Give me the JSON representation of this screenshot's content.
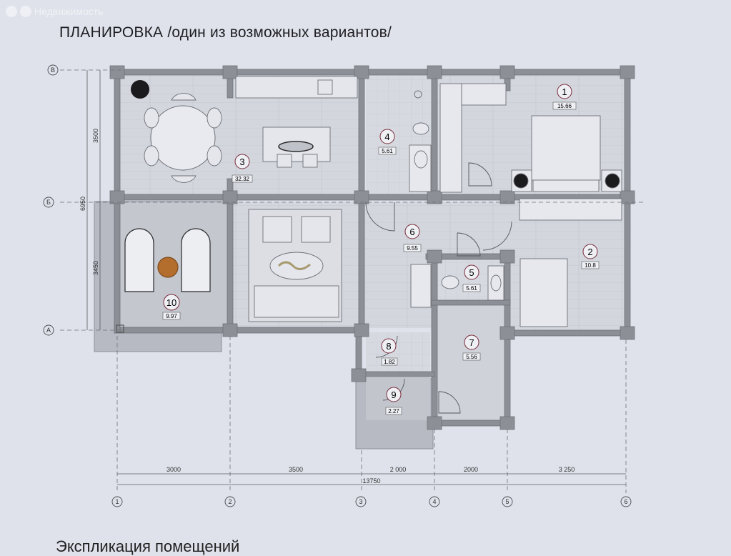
{
  "watermark": {
    "text": "Недвижимость"
  },
  "title": {
    "main": "ПЛАНИРОВКА",
    "sub": " /один из возможных вариантов/"
  },
  "bottom_heading": "Экспликация помещений",
  "colors": {
    "wall": "#8c8f96",
    "wall_dark": "#6d7078",
    "floor": "#d2d5dc",
    "terrace": "#b9bcc4",
    "room_marker": "#7a2a3a",
    "background": "#dfe2ea"
  },
  "rooms": [
    {
      "number": "1",
      "area": "15.66"
    },
    {
      "number": "2",
      "area": "10.8"
    },
    {
      "number": "3",
      "area": "32.32"
    },
    {
      "number": "4",
      "area": "5.61"
    },
    {
      "number": "5",
      "area": "5.61"
    },
    {
      "number": "6",
      "area": "9.55"
    },
    {
      "number": "7",
      "area": "5.56"
    },
    {
      "number": "8",
      "area": "1.82"
    },
    {
      "number": "9",
      "area": "2.27"
    },
    {
      "number": "10",
      "area": "9.97"
    }
  ],
  "axes": {
    "horizontal": [
      "1",
      "2",
      "3",
      "4",
      "5",
      "6"
    ],
    "vertical": [
      "В",
      "Б",
      "А"
    ]
  },
  "dimensions": {
    "bottom": [
      "3000",
      "3500",
      "2 000",
      "2000",
      "3 250"
    ],
    "bottom_total": "13750",
    "left": [
      "3500",
      "3450"
    ],
    "left_total": "6950"
  }
}
